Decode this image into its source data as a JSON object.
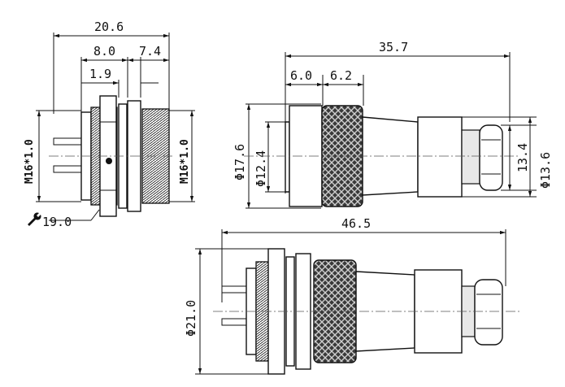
{
  "dimensions": {
    "panel_mount": {
      "overall_length": "20.6",
      "thread_length": "8.0",
      "rear_length": "7.4",
      "flange_thickness": "1.9",
      "thread_left": "M16*1.0",
      "thread_right": "M16*1.0",
      "wrench_size": "19.0"
    },
    "cable_plug": {
      "overall_length": "35.7",
      "front_length": "6.0",
      "knurl_length": "6.2",
      "outer_diameter": "Φ17.6",
      "inner_diameter": "Φ12.4",
      "clamp_height": "13.4",
      "rear_diameter": "Φ13.6"
    },
    "assembly": {
      "overall_length": "46.5",
      "diameter": "Φ21.0"
    }
  },
  "icons": {
    "wrench": "wrench-icon"
  }
}
